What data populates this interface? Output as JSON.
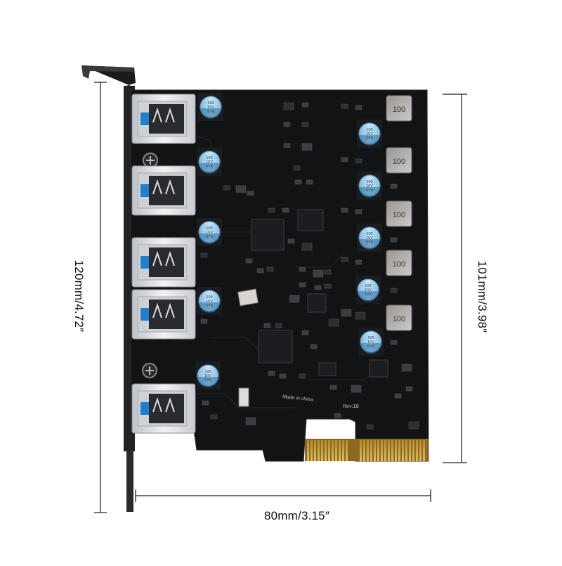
{
  "dimensions": {
    "width_label": "80mm/3.15″",
    "bracket_height_label": "120mm/4.72″",
    "board_height_label": "101mm/3.98″"
  },
  "board": {
    "made_in_text": "Made in china",
    "revision_text": "Rev:1B",
    "usb_port_count": 5,
    "capacitor_text": [
      "100",
      "16V",
      "SYK"
    ],
    "inductor_text": "100"
  },
  "colors": {
    "pcb": "#111214",
    "bracket": "#1a1a1a",
    "port_metal": "#e4e6e8",
    "usb3_tongue": "#1f7fd0",
    "capacitor": "#a9d4ee",
    "gold_fingers": "#c9a24a",
    "dimension_lines": "#222222"
  }
}
